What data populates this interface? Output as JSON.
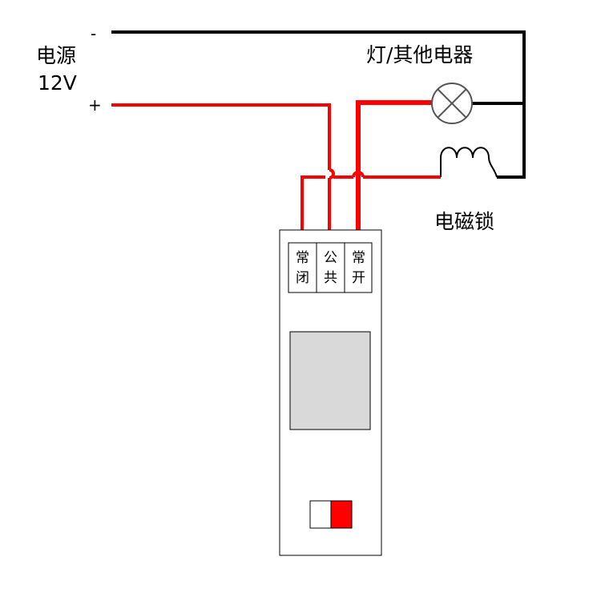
{
  "power": {
    "label_line1": "电源",
    "label_line2": "12V",
    "minus_symbol": "-",
    "plus_symbol": "+"
  },
  "loads": {
    "lamp_label": "灯/其他电器",
    "lock_label": "电磁锁"
  },
  "relay": {
    "terminals": [
      {
        "line1": "常",
        "line2": "闭"
      },
      {
        "line1": "公",
        "line2": "共"
      },
      {
        "line1": "常",
        "line2": "开"
      }
    ],
    "switch_colors": {
      "off": "#ffffff",
      "on": "#ff0000"
    },
    "display_color": "#d9d9d9"
  },
  "colors": {
    "positive_wire": "#ff0000",
    "negative_wire": "#000000",
    "outline": "#000000"
  },
  "icons": {
    "lamp": "lamp-cross-circle-icon",
    "lock": "coil-inductor-icon"
  }
}
